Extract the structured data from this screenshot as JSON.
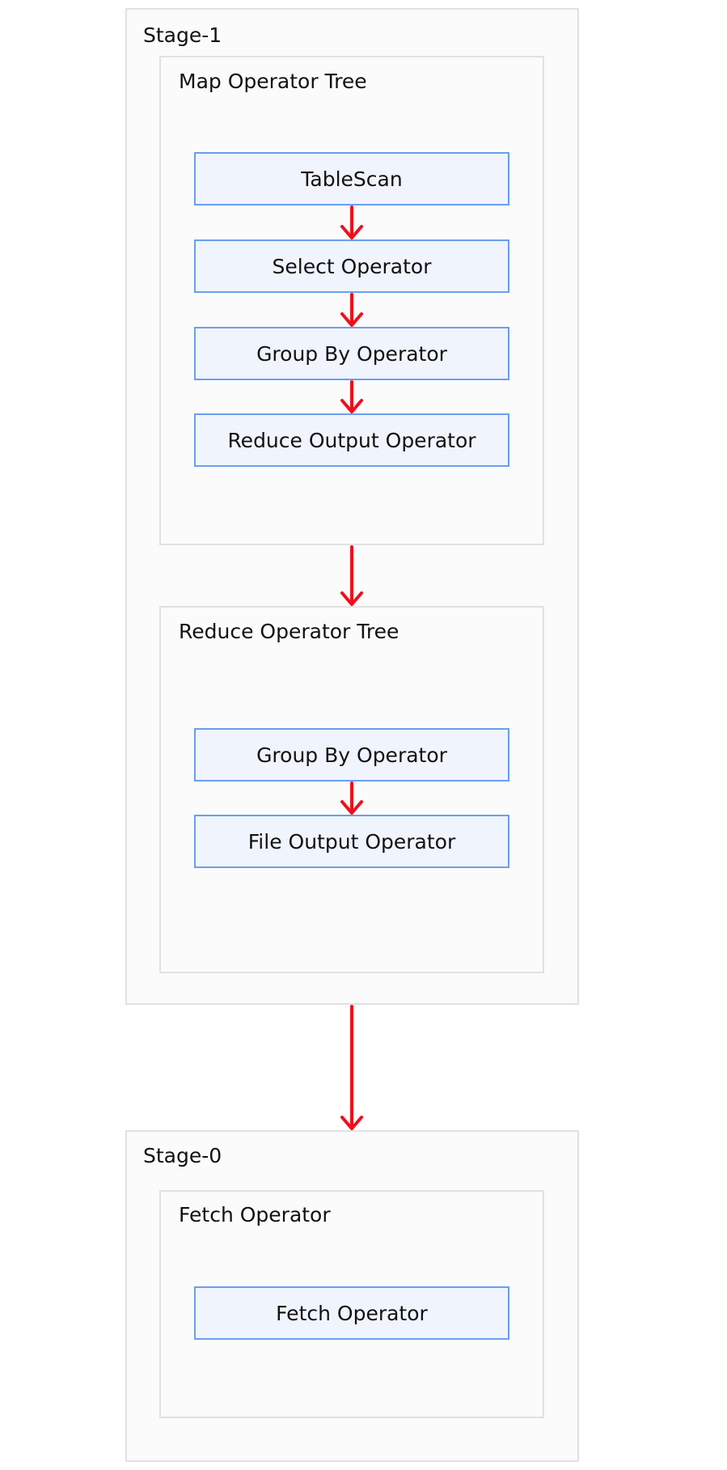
{
  "stages": [
    {
      "title": "Stage-1",
      "trees": [
        {
          "title": "Map Operator Tree",
          "operators": [
            "TableScan",
            "Select Operator",
            "Group By Operator",
            "Reduce Output Operator"
          ]
        },
        {
          "title": "Reduce Operator Tree",
          "operators": [
            "Group By Operator",
            "File Output Operator"
          ]
        }
      ]
    },
    {
      "title": "Stage-0",
      "trees": [
        {
          "title": "Fetch Operator",
          "operators": [
            "Fetch Operator"
          ]
        }
      ]
    }
  ],
  "colors": {
    "arrow": "#ee0f1c",
    "operator_border": "#6b9ef0",
    "operator_fill": "#f0f4fc",
    "container_border": "#e1e1e1",
    "container_fill": "#fbfbfb"
  }
}
